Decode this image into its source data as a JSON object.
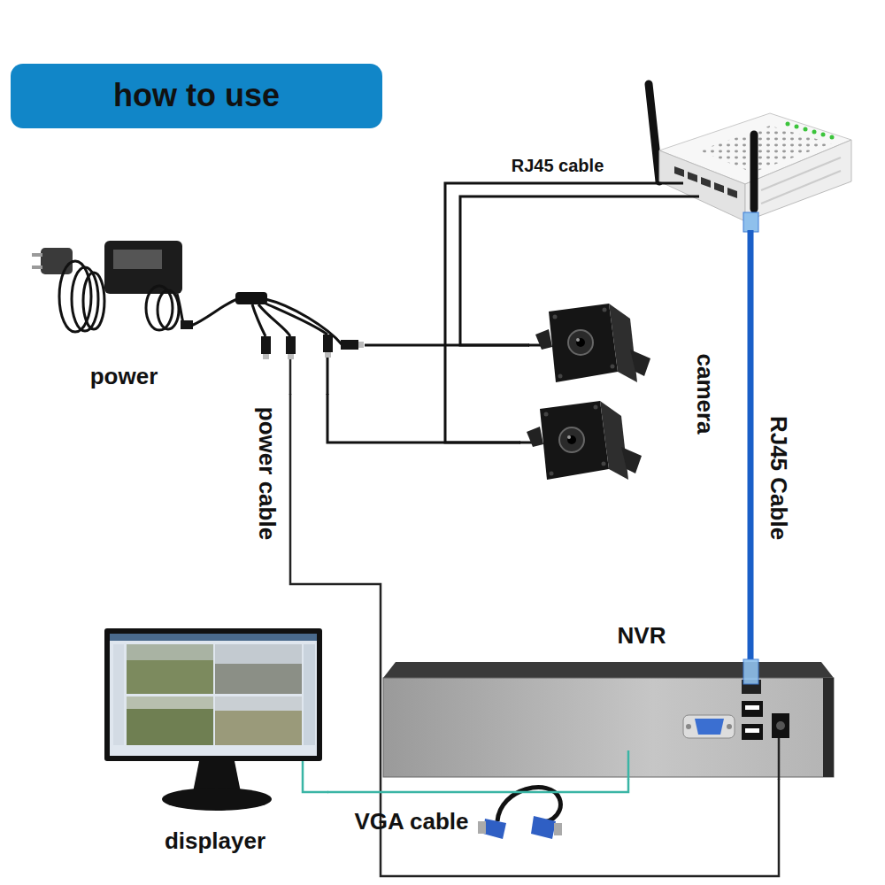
{
  "diagram": {
    "title": "how to use",
    "nodes": [
      {
        "text": []
      },
      {
        "text": [
          "power"
        ]
      },
      {
        "text": [
          "camera"
        ]
      },
      {
        "text": [],
        "in": 2
      },
      {
        "text": [],
        "in": 2
      },
      {
        "text": [
          "NVR"
        ]
      },
      {
        "text": [
          "displayer"
        ]
      }
    ],
    "edges": [
      {
        "from": 0,
        "to": 3,
        "label": "RJ45 cable",
        "arrow": "none"
      },
      {
        "from": 0,
        "to": 4,
        "arrow": "none"
      },
      {
        "from": 1,
        "to": 3,
        "arrow": "none"
      },
      {
        "from": 1,
        "to": 4,
        "arrow": "none"
      },
      {
        "from": 1,
        "to": 5,
        "label": "power cable",
        "arrow": "none"
      },
      {
        "from": 0,
        "to": 5,
        "label": "RJ45 Cable",
        "arrow": "none"
      },
      {
        "from": 5,
        "to": 6,
        "label": "VGA cable",
        "arrow": "none"
      }
    ]
  }
}
